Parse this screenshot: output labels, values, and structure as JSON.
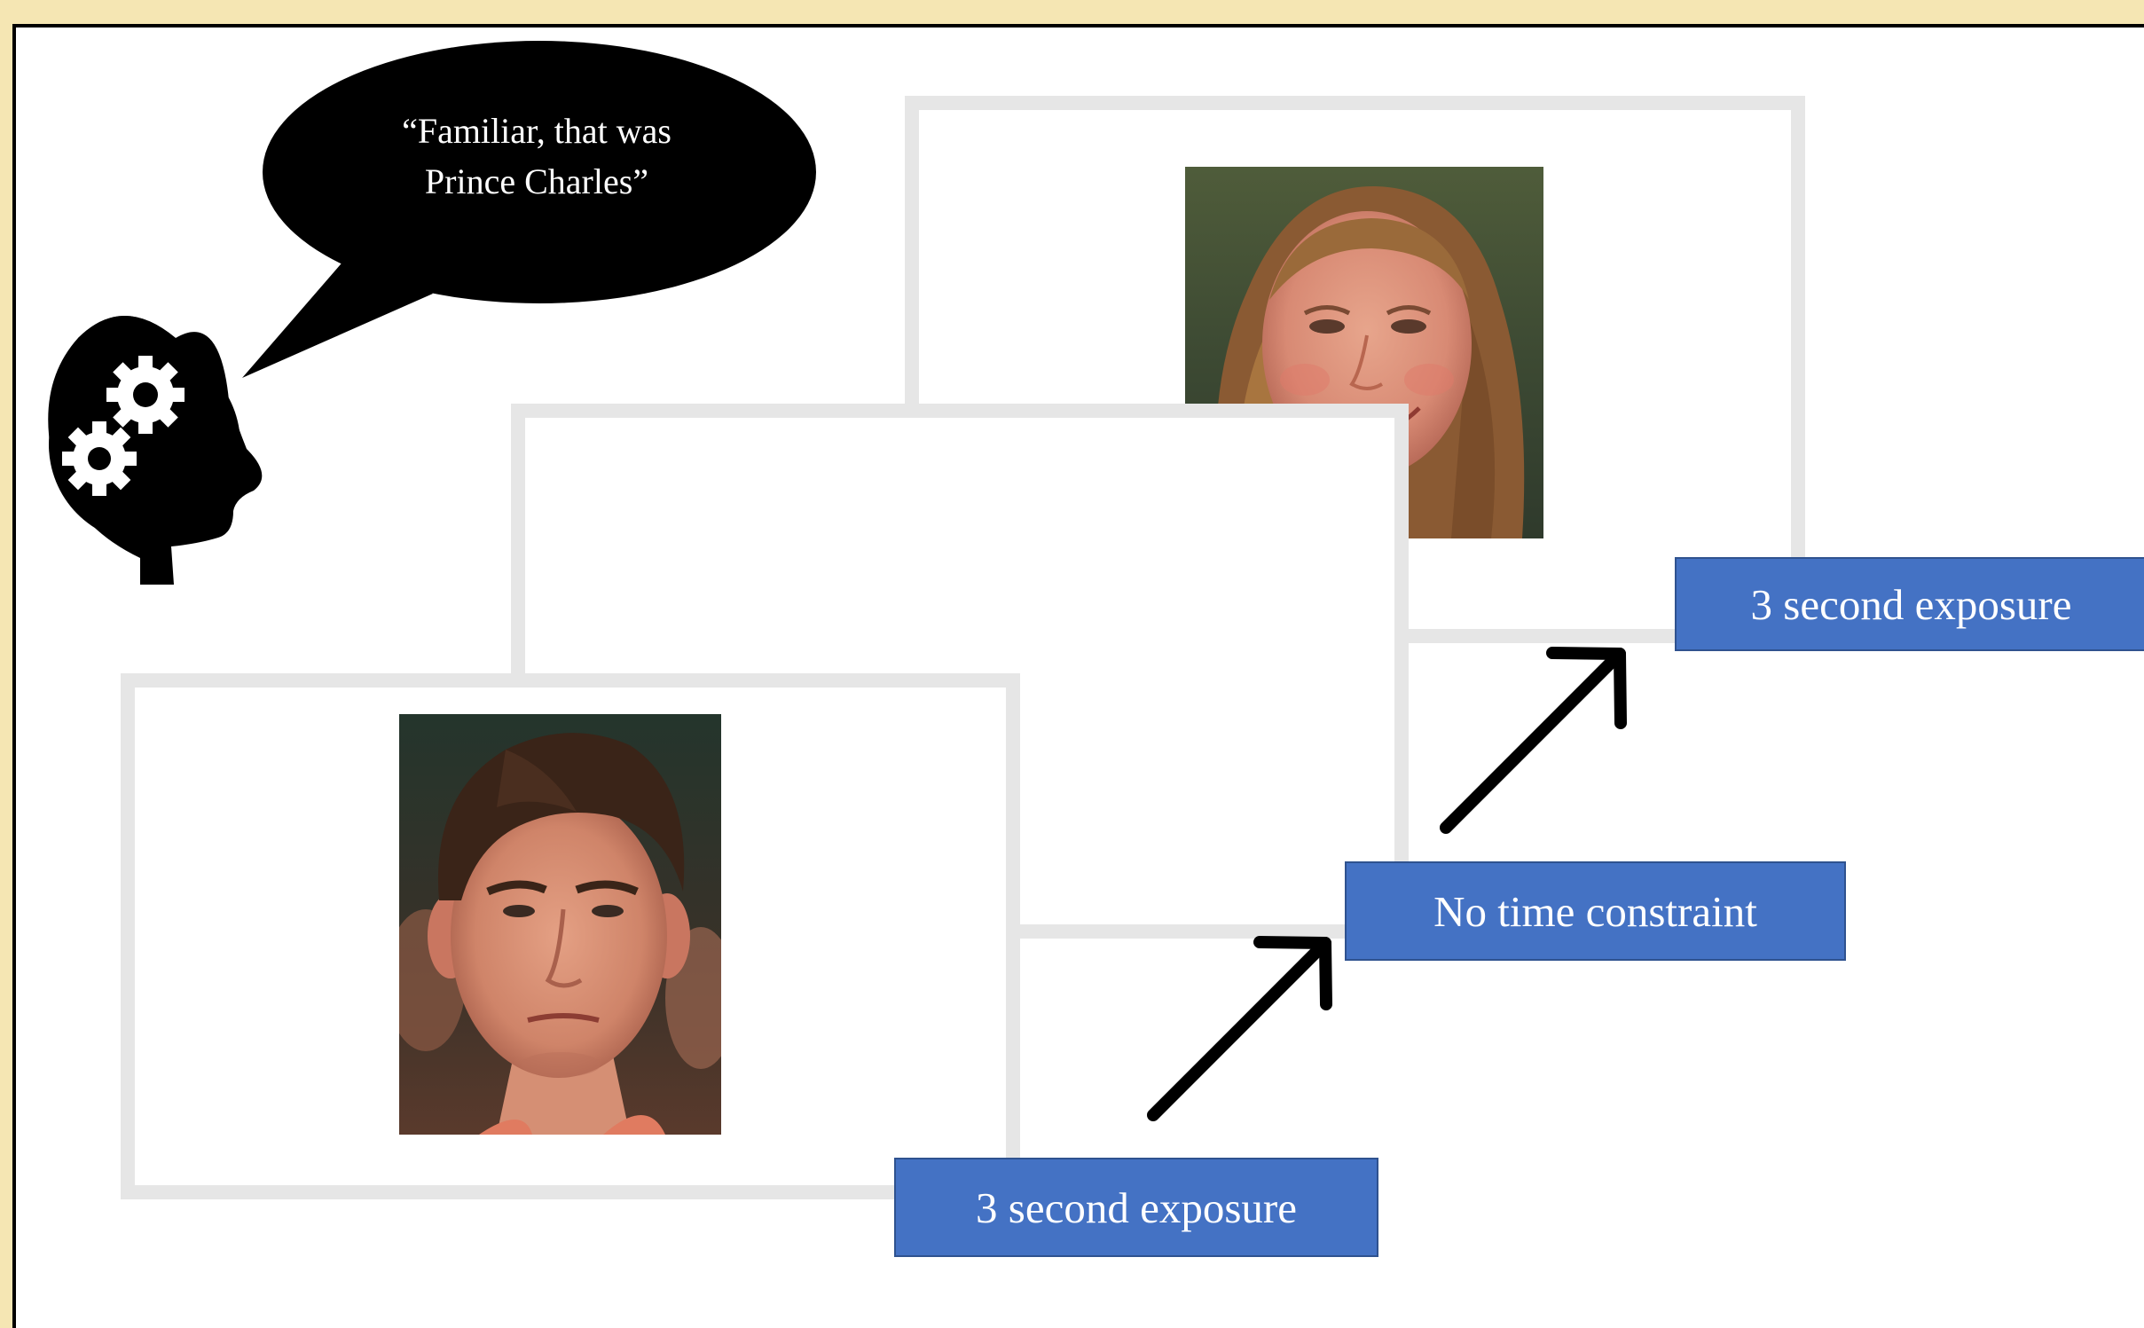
{
  "speech_bubble": {
    "line1": "“Familiar, that was",
    "line2": "Prince Charles”"
  },
  "labels": {
    "top": "3 second exposure",
    "middle": "No time constraint",
    "bottom": "3 second exposure"
  },
  "icons": {
    "thinking_head": "head-with-gears-icon"
  },
  "colors": {
    "background": "#f5e6b3",
    "label_fill": "#4472c4",
    "card_border": "#e6e6e6",
    "bubble": "#000000"
  }
}
